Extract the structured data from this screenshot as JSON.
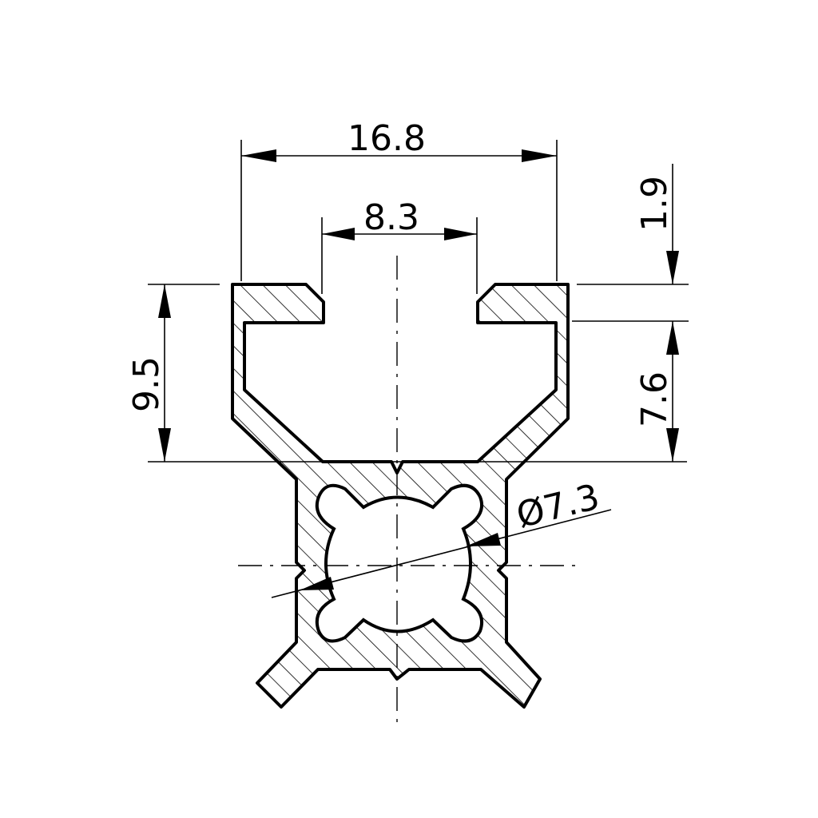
{
  "dimensions": {
    "width_overall": "16.8",
    "slot_opening": "8.3",
    "lip_thickness": "1.9",
    "height_total": "9.5",
    "groove_depth": "7.6",
    "bore_diameter": "Ø7.3"
  }
}
